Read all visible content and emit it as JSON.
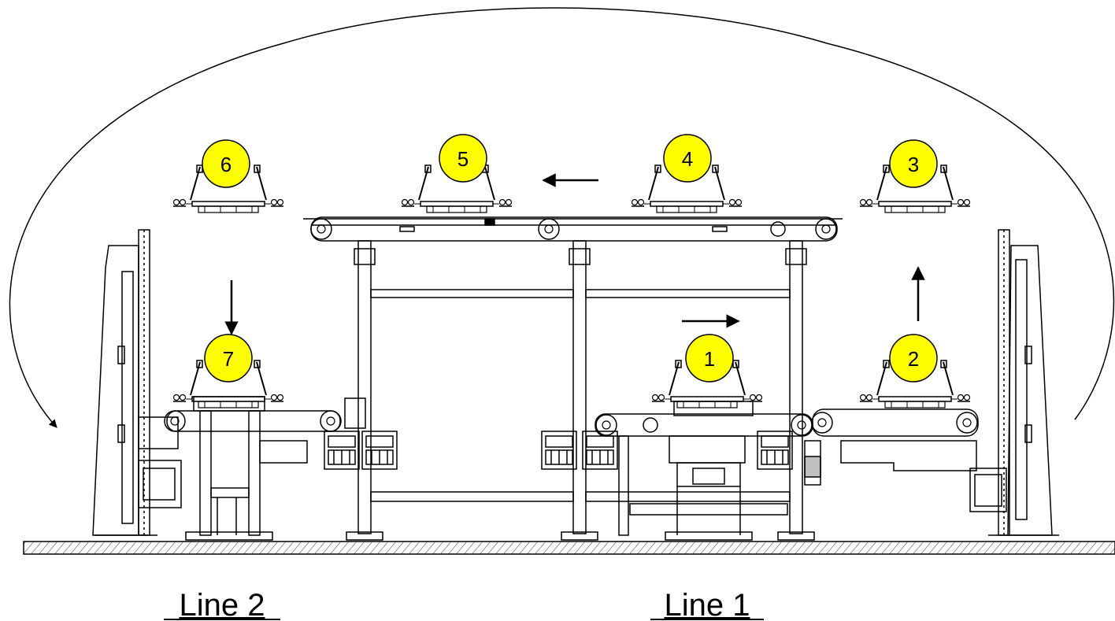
{
  "positions": [
    "1",
    "2",
    "3",
    "4",
    "5",
    "6",
    "7"
  ],
  "lines": {
    "line1": "Line 1",
    "line2": "Line 2"
  },
  "colors": {
    "marker_fill": "#ffff00",
    "marker_stroke": "#000000",
    "drawing": "#000000",
    "background": "#ffffff"
  }
}
